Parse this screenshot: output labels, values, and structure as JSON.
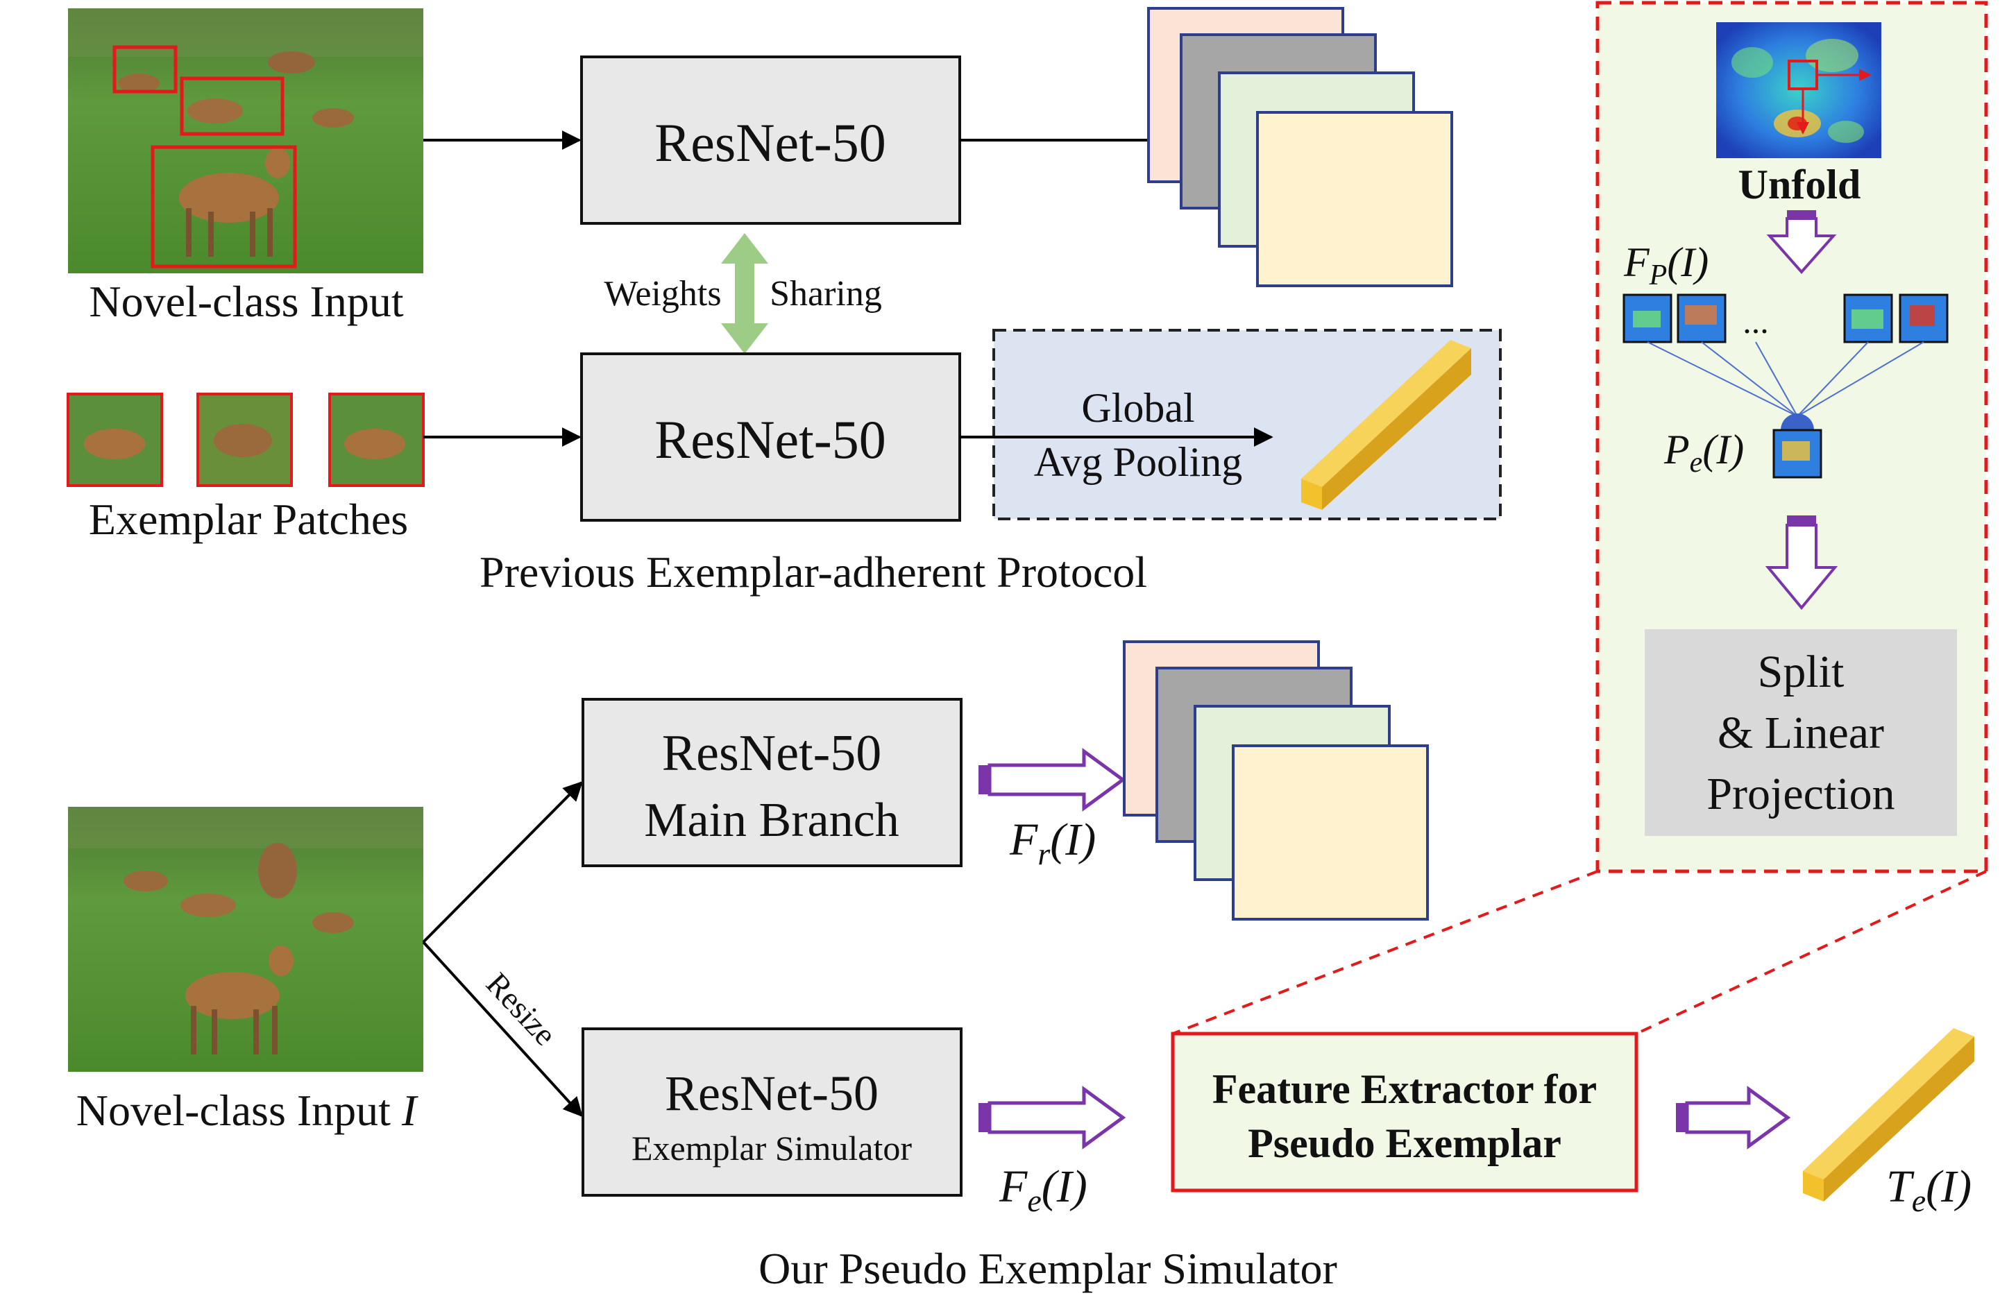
{
  "top": {
    "input_label": "Novel-class Input",
    "resnet_top": "ResNet-50",
    "weights_label": "Weights",
    "sharing_label": "Sharing",
    "resnet_mid": "ResNet-50",
    "exemplar_label": "Exemplar Patches",
    "pooling_line1": "Global",
    "pooling_line2": "Avg Pooling",
    "protocol_caption": "Previous Exemplar-adherent Protocol"
  },
  "bottom": {
    "input_label": "Novel-class Input",
    "input_symbol": "I",
    "main_branch_line1": "ResNet-50",
    "main_branch_line2": "Main Branch",
    "resize_label": "Resize",
    "sim_line1": "ResNet-50",
    "sim_line2": "Exemplar Simulator",
    "fr_sym": "F",
    "fr_sub": "r",
    "fr_arg": "(I)",
    "fe_sym": "F",
    "fe_sub": "e",
    "fe_arg": "(I)",
    "extractor_line1": "Feature Extractor for",
    "extractor_line2": "Pseudo Exemplar",
    "te_sym": "T",
    "te_sub": "e",
    "te_arg": "(I)",
    "caption": "Our Pseudo Exemplar Simulator"
  },
  "panel": {
    "unfold_label": "Unfold",
    "fp_sym": "F",
    "fp_sub": "P",
    "fp_arg": "(I)",
    "dots": "...",
    "pe_sym": "P",
    "pe_sub": "e",
    "pe_arg": "(I)",
    "split_line1": "Split",
    "split_line2": "& Linear",
    "split_line3": "Projection"
  },
  "colors": {
    "box_fill": "#e8e8e8",
    "red": "#e3191b",
    "purple": "#7a35a8",
    "panel_fill": "#f2f8e6",
    "pool_fill": "#dce4f2",
    "green_arrow": "#9ccc86",
    "bar_gold": "#f3c12b",
    "fmap_pink": "#fbe3d5",
    "fmap_gray": "#a6a6a6",
    "fmap_green": "#e3f0da",
    "fmap_yellow": "#fff3cf",
    "fmap_border": "#2e3e8c"
  }
}
